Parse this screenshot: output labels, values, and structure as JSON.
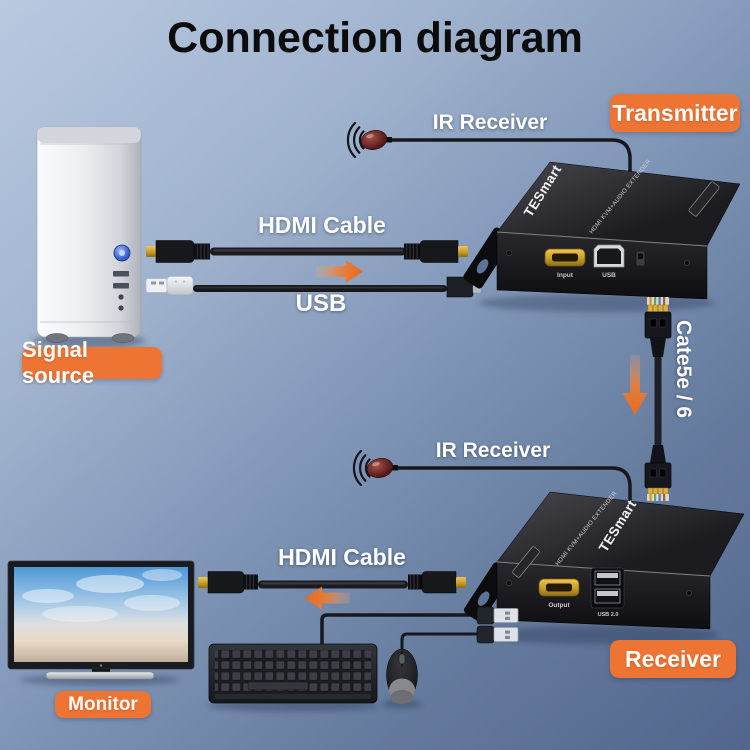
{
  "title": "Connection diagram",
  "badges": {
    "transmitter": "Transmitter",
    "receiver": "Receiver",
    "signal_source": "Signal source",
    "monitor": "Monitor"
  },
  "labels": {
    "ir_receiver_top": "IR Receiver",
    "ir_receiver_bottom": "IR Receiver",
    "hdmi_cable_top": "HDMI Cable",
    "hdmi_cable_bottom": "HDMI Cable",
    "usb_cable": "USB",
    "ethernet_cable": "Cate5e / 6"
  },
  "devices": {
    "transmitter": {
      "brand": "TESmart",
      "model_text": "HDMI KVM+AUDIO EXTENDER",
      "hdmi_port": "Input",
      "usb_port": "USB"
    },
    "receiver": {
      "brand": "TESmart",
      "model_text": "HDMI KVM+AUDIO EXTENDER",
      "hdmi_port": "Output",
      "usb_port": "USB 2.0"
    }
  },
  "colors": {
    "badge": "#EE7434",
    "arrow": "#ED7A31",
    "background_top": "#B9C9E0",
    "background_bottom": "#51668C",
    "label_text": "#FFFFFF",
    "title_text": "#0C0C0C",
    "hdmi_gold": "#D9A62E"
  }
}
